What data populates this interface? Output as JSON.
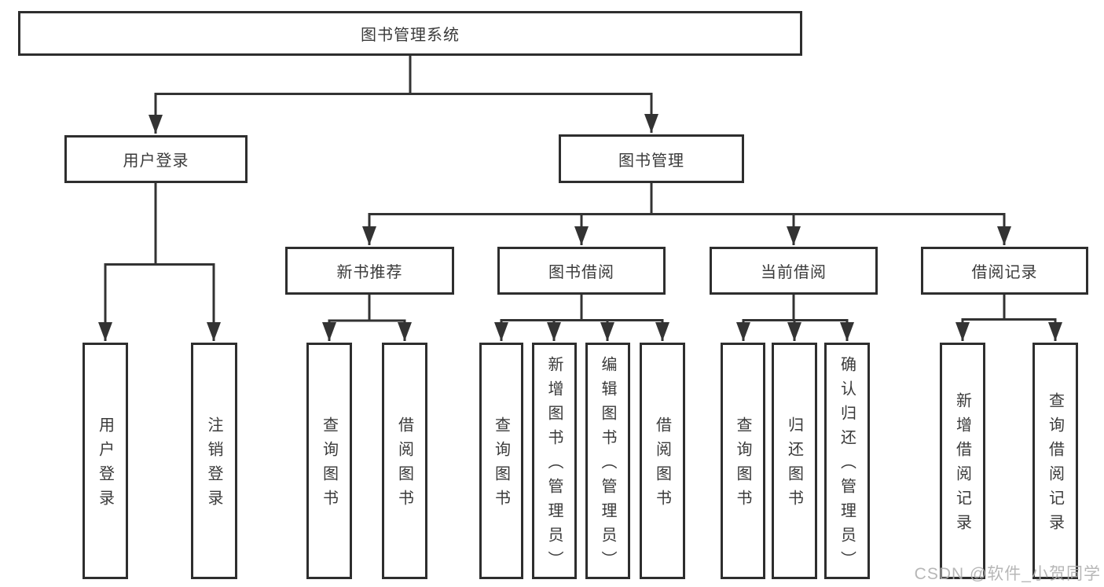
{
  "diagram": {
    "title": "图书管理系统",
    "root": {
      "label": "图书管理系统"
    },
    "level1": [
      {
        "label": "用户登录",
        "parent": "图书管理系统"
      },
      {
        "label": "图书管理",
        "parent": "图书管理系统"
      }
    ],
    "level2": [
      {
        "label": "新书推荐",
        "parent": "图书管理"
      },
      {
        "label": "图书借阅",
        "parent": "图书管理"
      },
      {
        "label": "当前借阅",
        "parent": "图书管理"
      },
      {
        "label": "借阅记录",
        "parent": "图书管理"
      }
    ],
    "leaves": [
      {
        "label": "用户登录",
        "parent": "用户登录"
      },
      {
        "label": "注销登录",
        "parent": "用户登录"
      },
      {
        "label": "查询图书",
        "parent": "新书推荐"
      },
      {
        "label": "借阅图书",
        "parent": "新书推荐"
      },
      {
        "label": "查询图书",
        "parent": "图书借阅"
      },
      {
        "label": "新增图书（管理员）",
        "parent": "图书借阅"
      },
      {
        "label": "编辑图书（管理员）",
        "parent": "图书借阅"
      },
      {
        "label": "借阅图书",
        "parent": "图书借阅"
      },
      {
        "label": "查询图书",
        "parent": "当前借阅"
      },
      {
        "label": "归还图书",
        "parent": "当前借阅"
      },
      {
        "label": "确认归还（管理员）",
        "parent": "当前借阅"
      },
      {
        "label": "新增借阅记录",
        "parent": "借阅记录"
      },
      {
        "label": "查询借阅记录",
        "parent": "借阅记录"
      }
    ],
    "colors": {
      "line": "#333333",
      "box_border": "#2e2e2e",
      "text": "#3a3a3a",
      "background": "#ffffff",
      "watermark": "#afafaf"
    }
  },
  "watermark": {
    "text": "CSDN @软件_小贺同学"
  }
}
